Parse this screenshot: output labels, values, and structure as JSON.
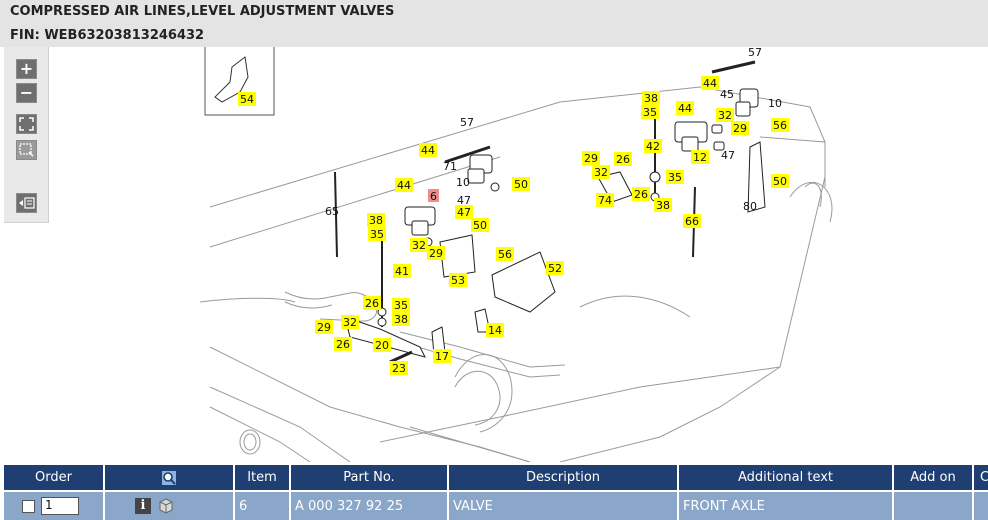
{
  "header": {
    "title": "COMPRESSED AIR LINES,LEVEL ADJUSTMENT VALVES",
    "fin": "FIN: WEB63203813246432"
  },
  "toolbar": {
    "buttons": [
      {
        "label": "+",
        "icon": "zoom-in-icon"
      },
      {
        "label": "−",
        "icon": "zoom-out-icon"
      },
      {
        "label": "",
        "icon": "fit-screen-icon"
      },
      {
        "label": "",
        "icon": "zoom-area-icon"
      },
      {
        "label": "",
        "icon": "print-icon"
      }
    ]
  },
  "diagram": {
    "callouts": [
      "54",
      "57",
      "44",
      "45",
      "10",
      "38",
      "44",
      "35",
      "32",
      "29",
      "56",
      "42",
      "12",
      "47",
      "29",
      "26",
      "32",
      "35",
      "50",
      "74",
      "26",
      "38",
      "80",
      "66",
      "57",
      "44",
      "71",
      "10",
      "47",
      "50",
      "65",
      "44",
      "6",
      "38",
      "35",
      "47",
      "50",
      "32",
      "29",
      "56",
      "52",
      "53",
      "41",
      "26",
      "35",
      "38",
      "29",
      "32",
      "26",
      "20",
      "14",
      "17",
      "23"
    ],
    "plain_labels": [
      "57",
      "45",
      "10",
      "47",
      "80",
      "65",
      "57",
      "71",
      "10",
      "47"
    ],
    "selected_item": "6"
  },
  "table": {
    "columns": [
      "Order",
      "",
      "Item",
      "Part No.",
      "Description",
      "Additional text",
      "Add on",
      "Co"
    ],
    "rows": [
      {
        "quantity": "1",
        "item": "6",
        "part_no": "A 000 327 92 25",
        "description": "VALVE",
        "additional_text": "FRONT AXLE",
        "add_on": "",
        "co": ""
      }
    ]
  },
  "colors": {
    "header_bg": "#e4e4e4",
    "table_header": "#1f3f73",
    "table_row": "#8aa6c8",
    "callout_yellow": "#ffff00",
    "callout_selected": "#f28b8b"
  }
}
